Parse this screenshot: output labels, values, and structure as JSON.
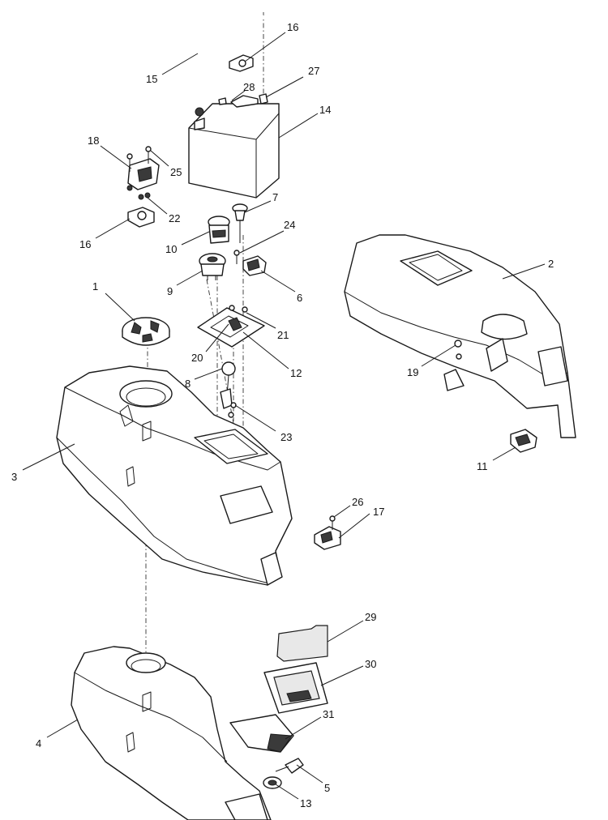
{
  "callouts": [
    {
      "id": "c1",
      "label": "1"
    },
    {
      "id": "c2",
      "label": "2"
    },
    {
      "id": "c3",
      "label": "3"
    },
    {
      "id": "c4",
      "label": "4"
    },
    {
      "id": "c5",
      "label": "5"
    },
    {
      "id": "c6",
      "label": "6"
    },
    {
      "id": "c7",
      "label": "7"
    },
    {
      "id": "c8",
      "label": "8"
    },
    {
      "id": "c9",
      "label": "9"
    },
    {
      "id": "c10",
      "label": "10"
    },
    {
      "id": "c11",
      "label": "11"
    },
    {
      "id": "c12",
      "label": "12"
    },
    {
      "id": "c13",
      "label": "13"
    },
    {
      "id": "c14",
      "label": "14"
    },
    {
      "id": "c15",
      "label": "15"
    },
    {
      "id": "c16a",
      "label": "16"
    },
    {
      "id": "c16b",
      "label": "16"
    },
    {
      "id": "c17",
      "label": "17"
    },
    {
      "id": "c18",
      "label": "18"
    },
    {
      "id": "c19",
      "label": "19"
    },
    {
      "id": "c20",
      "label": "20"
    },
    {
      "id": "c21",
      "label": "21"
    },
    {
      "id": "c22",
      "label": "22"
    },
    {
      "id": "c23",
      "label": "23"
    },
    {
      "id": "c24",
      "label": "24"
    },
    {
      "id": "c25",
      "label": "25"
    },
    {
      "id": "c26",
      "label": "26"
    },
    {
      "id": "c27",
      "label": "27"
    },
    {
      "id": "c28",
      "label": "28"
    },
    {
      "id": "c29",
      "label": "29"
    },
    {
      "id": "c30",
      "label": "30"
    },
    {
      "id": "c31",
      "label": "31"
    }
  ]
}
